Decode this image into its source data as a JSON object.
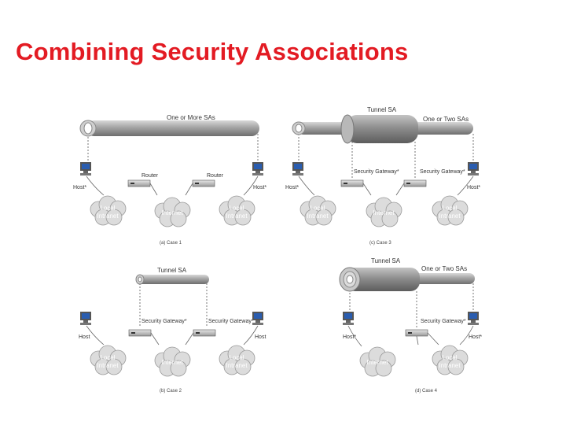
{
  "slide": {
    "title": "Combining Security Associations"
  },
  "colors": {
    "title": "#e31b23",
    "cloud": "#dcdcdc",
    "pipe": "#9a9a9a",
    "screen": "#2a5db0"
  },
  "cases": [
    {
      "caption": "(a) Case 1",
      "pipes": [
        "One or More SAs"
      ],
      "nodes": [
        {
          "label": "Host*",
          "icon": "computer-icon"
        },
        {
          "label": "Router",
          "icon": "router-icon"
        },
        {
          "label": "Router",
          "icon": "router-icon"
        },
        {
          "label": "Host*",
          "icon": "computer-icon"
        }
      ],
      "clouds": [
        [
          "Local",
          "Intranet"
        ],
        [
          "Internet"
        ],
        [
          "Local",
          "Intranet"
        ]
      ]
    },
    {
      "caption": "(c) Case 3",
      "pipes": [
        "Tunnel SA",
        "One or Two SAs"
      ],
      "nodes": [
        {
          "label": "Host*",
          "icon": "computer-icon"
        },
        {
          "label": "Security Gateway*",
          "icon": "router-icon"
        },
        {
          "label": "Security Gateway*",
          "icon": "router-icon"
        },
        {
          "label": "Host*",
          "icon": "computer-icon"
        }
      ],
      "clouds": [
        [
          "Local",
          "Intranet"
        ],
        [
          "Internet"
        ],
        [
          "Local",
          "Intranet"
        ]
      ]
    },
    {
      "caption": "(b) Case 2",
      "pipes": [
        "Tunnel SA"
      ],
      "nodes": [
        {
          "label": "Host",
          "icon": "computer-icon"
        },
        {
          "label": "Security Gateway*",
          "icon": "router-icon"
        },
        {
          "label": "Security Gateway*",
          "icon": "router-icon"
        },
        {
          "label": "Host",
          "icon": "computer-icon"
        }
      ],
      "clouds": [
        [
          "Local",
          "Intranet"
        ],
        [
          "Internet"
        ],
        [
          "Local",
          "Intranet"
        ]
      ]
    },
    {
      "caption": "(d) Case 4",
      "pipes": [
        "Tunnel SA",
        "One or Two SAs"
      ],
      "nodes": [
        {
          "label": "Host*",
          "icon": "computer-icon"
        },
        {
          "label": "Security Gateway*",
          "icon": "router-icon"
        },
        {
          "label": "Host*",
          "icon": "computer-icon"
        }
      ],
      "clouds": [
        [
          "Internet"
        ],
        [
          "Local",
          "Intranet"
        ]
      ]
    }
  ]
}
